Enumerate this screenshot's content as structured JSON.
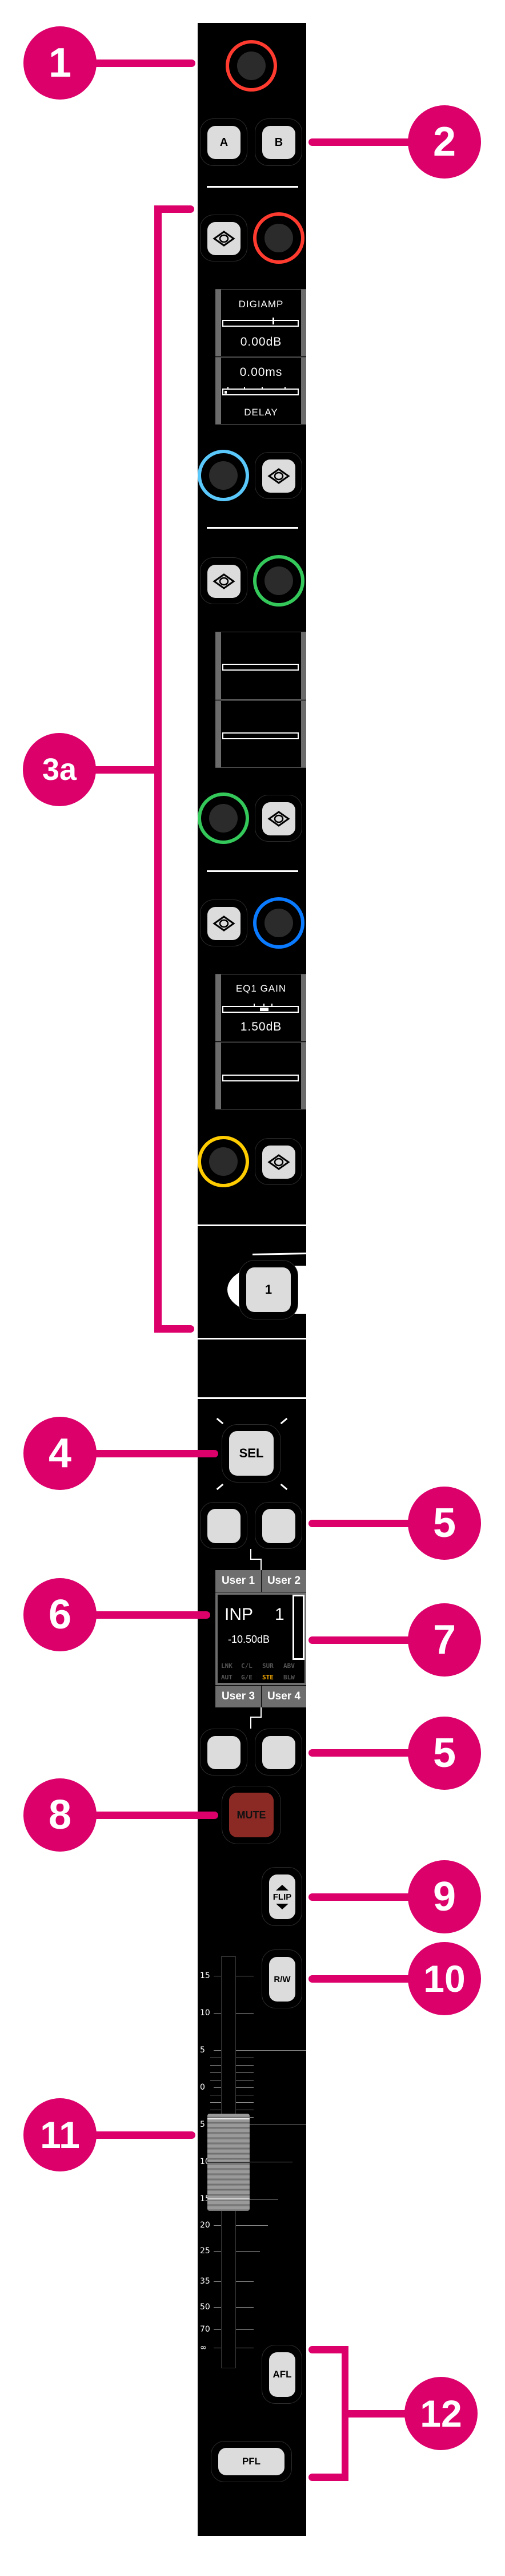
{
  "callouts": {
    "c1": "1",
    "c2": "2",
    "c3a": "3a",
    "c4": "4",
    "c5a": "5",
    "c6": "6",
    "c7": "7",
    "c5b": "5",
    "c8": "8",
    "c9": "9",
    "c10": "10",
    "c11": "11",
    "c12": "12"
  },
  "colors": {
    "callout": "#dc006b",
    "knob_red": "#ff3b30",
    "knob_light_blue": "#5ac8fa",
    "knob_green": "#34c759",
    "knob_blue": "#0a7aff",
    "knob_yellow": "#ffcc00",
    "mute": "#8b2a25",
    "status_active": "#f5a800"
  },
  "strip": {
    "layer_a": "A",
    "layer_b": "B",
    "processing": {
      "digiamp_label": "DIGIAMP",
      "digiamp_value": "0.00dB",
      "delay_value": "0.00ms",
      "delay_label": "DELAY",
      "eq_label": "EQ1 GAIN",
      "eq_value": "1.50dB"
    },
    "bank_number": "1",
    "sel": "SEL",
    "display": {
      "user1": "User 1",
      "user2": "User 2",
      "user3": "User 3",
      "user4": "User 4",
      "source": "INP",
      "channel": "1",
      "level": "-10.50dB",
      "status_row1": [
        "LNK",
        "C/L",
        "SUR",
        "ABV"
      ],
      "status_row2": [
        "AUT",
        "G/E",
        "STE",
        "BLW"
      ],
      "active_status": "STE"
    },
    "mute": "MUTE",
    "flip": "FLIP",
    "rw": "R/W",
    "afl": "AFL",
    "pfl": "PFL",
    "fader": {
      "scale": [
        "15",
        "10",
        "5",
        "0",
        "5",
        "10",
        "15",
        "20",
        "25",
        "35",
        "50",
        "70",
        "∞"
      ],
      "level_db": -10.5
    }
  }
}
